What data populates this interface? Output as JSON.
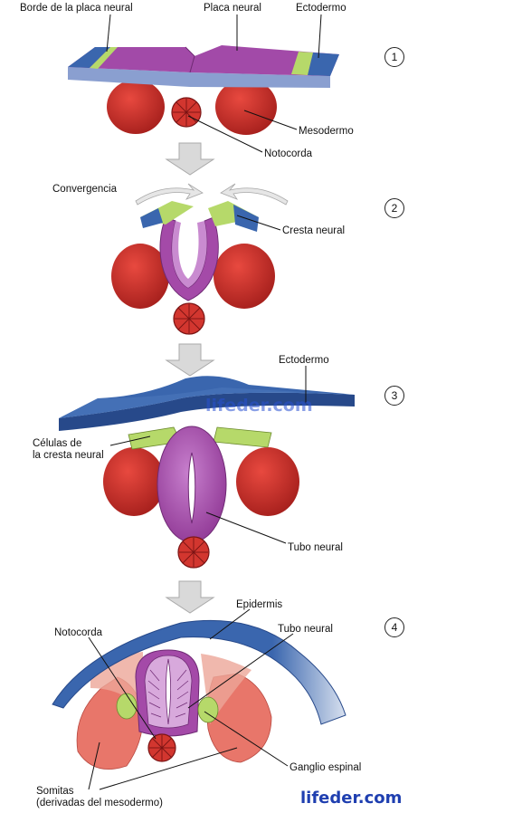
{
  "labels": {
    "borde_placa": "Borde de la placa neural",
    "placa_neural": "Placa neural",
    "ectodermo_1": "Ectodermo",
    "mesodermo": "Mesodermo",
    "notocorda_1": "Notocorda",
    "convergencia": "Convergencia",
    "cresta_neural": "Cresta neural",
    "ectodermo_3": "Ectodermo",
    "celulas_cresta": "Células de\nla cresta neural",
    "tubo_neural_3": "Tubo neural",
    "epidermis": "Epidermis",
    "tubo_neural_4": "Tubo neural",
    "notocorda_4": "Notocorda",
    "somitas": "Somitas\n(derivadas del mesodermo)",
    "ganglio": "Ganglio espinal"
  },
  "steps": [
    "1",
    "2",
    "3",
    "4"
  ],
  "watermark": {
    "center": "lifeder.com",
    "corner": "lifeder.com"
  },
  "colors": {
    "ectoderm": "#3a66ae",
    "ectoderm_dark": "#27498a",
    "neural_border": "#b6d96a",
    "neural_plate": "#a44aa8",
    "neural_plate_light": "#c98bd0",
    "mesoderm": "#d2362f",
    "mesoderm_dark": "#9e1f1c",
    "somite": "#e8766a",
    "arrow": "#d9d9d9"
  }
}
